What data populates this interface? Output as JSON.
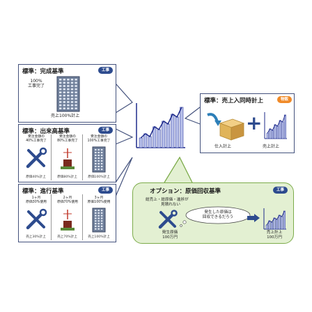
{
  "panel_complete": {
    "title": "標準：完成基準",
    "badge": "工事",
    "pct_line1": "100%",
    "pct_line2": "工事完了",
    "caption": "売上100%計上"
  },
  "panel_progress_output": {
    "title": "標準：出来高基準",
    "badge": "工事",
    "cells": [
      {
        "top_line1": "受注金額の",
        "top_line2": "40%工事完了",
        "caption": "原価40%計上"
      },
      {
        "top_line1": "受注金額の",
        "top_line2": "80%工事完了",
        "caption": "原価80%計上"
      },
      {
        "top_line1": "受注金額の",
        "top_line2": "100%工事完了",
        "caption": "原価100%計上"
      }
    ]
  },
  "panel_progress_rate": {
    "title": "標準：進行基準",
    "badge": "工事",
    "cells": [
      {
        "top_line1": "1ヶ月",
        "top_line2": "原価30%使用",
        "caption": "売上30%計上"
      },
      {
        "top_line1": "2ヶ月",
        "top_line2": "原価70%使用",
        "caption": "売上70%計上"
      },
      {
        "top_line1": "3ヶ月",
        "top_line2": "原価100%使用",
        "caption": "売上100%計上"
      }
    ]
  },
  "panel_simultaneous": {
    "title": "標準：売上入同時計上",
    "badge": "物販",
    "label_left": "仕入計上",
    "label_right": "売上計上",
    "plus": "+"
  },
  "panel_option": {
    "title": "オプション：原価回収基準",
    "badge": "工事",
    "note_line1": "総売上・総原価・進捗が",
    "note_line2": "見積れない",
    "bubble_line1": "発生した原価は",
    "bubble_line2": "回収できるだろう",
    "left_line1": "発生原価",
    "left_line2": "100万円",
    "right_line1": "売上計上",
    "right_line2": "100万円"
  },
  "colors": {
    "navy": "#2d4b8e",
    "orange": "#f08a28",
    "option_bg": "#e3f0d2",
    "option_border": "#7cab4a",
    "bar": "#b5bde8",
    "bar_border": "#3c4aa4",
    "line": "#1e2a8a"
  }
}
